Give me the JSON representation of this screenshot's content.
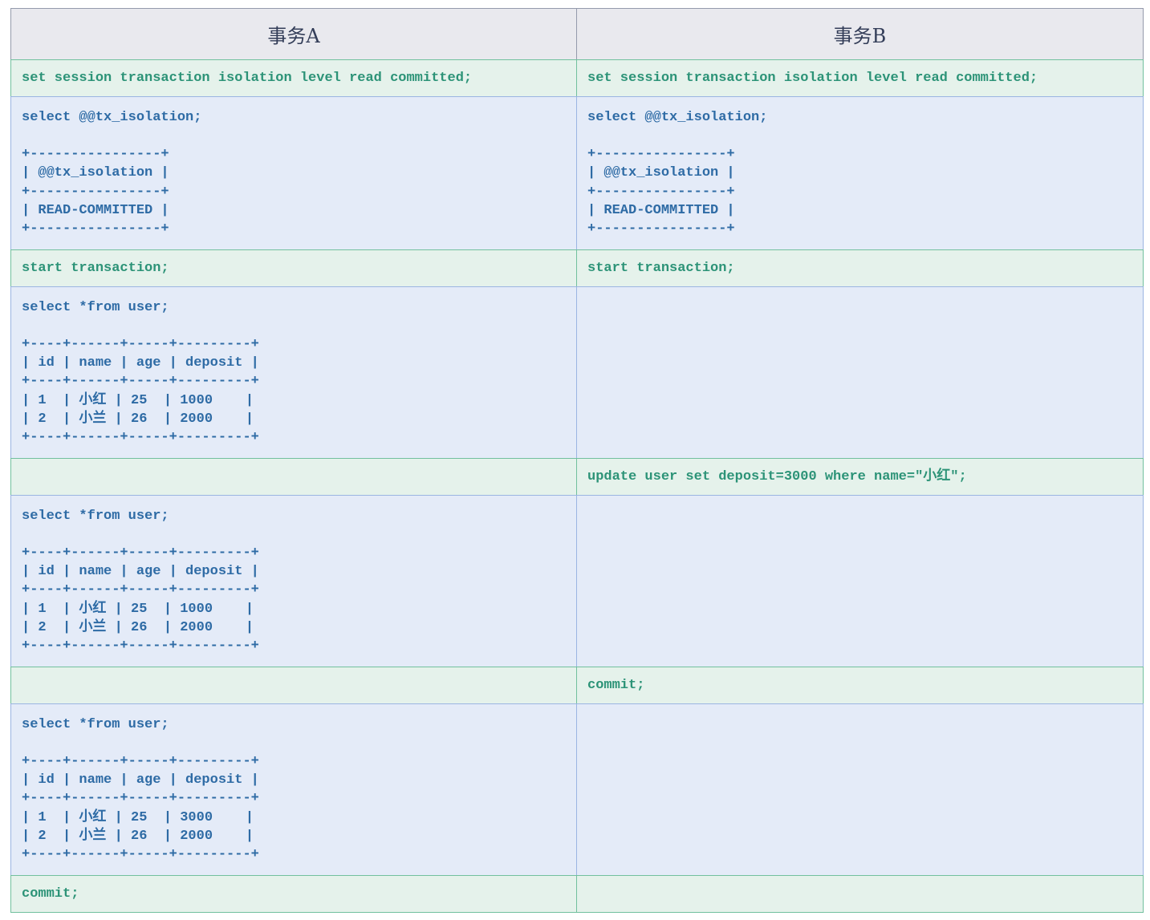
{
  "colors": {
    "header_bg": "#e9e9ee",
    "header_border": "#949aac",
    "header_text": "#333d58",
    "stmt_bg": "#e5f2eb",
    "stmt_border": "#72c09e",
    "stmt_text": "#2c9377",
    "result_bg": "#e4ebf8",
    "result_border": "#9bb5e2",
    "result_text": "#2e6ba5",
    "page_bg": "#ffffff"
  },
  "table": {
    "columns": [
      {
        "label": "事务A"
      },
      {
        "label": "事务B"
      }
    ],
    "rows": [
      {
        "kind": "stmt",
        "a": "set session transaction isolation level read committed;",
        "b": "set session transaction isolation level read committed;"
      },
      {
        "kind": "result",
        "a": "select @@tx_isolation;\n\n+----------------+\n| @@tx_isolation |\n+----------------+\n| READ-COMMITTED |\n+----------------+",
        "b": "select @@tx_isolation;\n\n+----------------+\n| @@tx_isolation |\n+----------------+\n| READ-COMMITTED |\n+----------------+"
      },
      {
        "kind": "stmt",
        "a": "start transaction;",
        "b": "start transaction;"
      },
      {
        "kind": "result",
        "a": "select *from user;\n\n+----+------+-----+---------+\n| id | name | age | deposit |\n+----+------+-----+---------+\n| 1  | 小红 | 25  | 1000    |\n| 2  | 小兰 | 26  | 2000    |\n+----+------+-----+---------+",
        "b": ""
      },
      {
        "kind": "stmt",
        "a": "",
        "b": "update user set deposit=3000 where name=\"小红\";"
      },
      {
        "kind": "result",
        "a": "select *from user;\n\n+----+------+-----+---------+\n| id | name | age | deposit |\n+----+------+-----+---------+\n| 1  | 小红 | 25  | 1000    |\n| 2  | 小兰 | 26  | 2000    |\n+----+------+-----+---------+",
        "b": ""
      },
      {
        "kind": "stmt",
        "a": "",
        "b": "commit;"
      },
      {
        "kind": "result",
        "a": "select *from user;\n\n+----+------+-----+---------+\n| id | name | age | deposit |\n+----+------+-----+---------+\n| 1  | 小红 | 25  | 3000    |\n| 2  | 小兰 | 26  | 2000    |\n+----+------+-----+---------+",
        "b": ""
      },
      {
        "kind": "stmt",
        "a": "commit;",
        "b": ""
      }
    ]
  }
}
